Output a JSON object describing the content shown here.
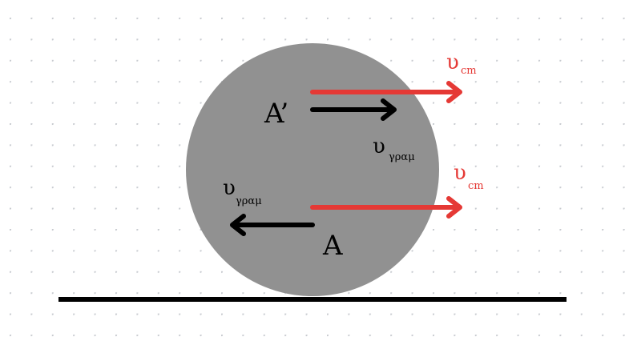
{
  "colors": {
    "disk": "#919191",
    "red": "#e53935",
    "black": "#000000",
    "dots": "#c8cbd0"
  },
  "labels": {
    "top_point": "A’",
    "bottom_point": "A",
    "v_symbol": "υ",
    "cm_sub": "cm",
    "lin_sub": "γραμ"
  }
}
